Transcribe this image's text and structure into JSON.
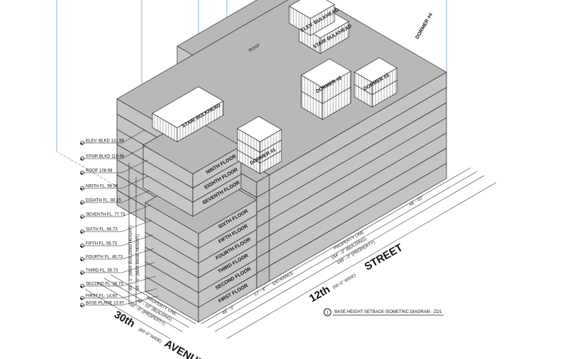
{
  "diagram": {
    "title_number": "1",
    "title": "BASE HEIGHT SETBACK ISOMETRIC DIAGRAM - ZD1",
    "elevations": [
      "ELEV. BLKD 131.98",
      "STAIR BLKD 119.98",
      "ROOF 108.98",
      "NINTH FL. 98.56",
      "EIGHTH FL. 88.15",
      "SEVENTH FL. 77.73",
      "SIXTH FL. 66.73",
      "FIFTH FL. 56.73",
      "FOURTH FL. 46.73",
      "THIRD FL. 36.73",
      "SECOND FL. 26.73",
      "FIRST FL. 14.60",
      "BASE PLANE 13.97"
    ],
    "floors": [
      "FIRST FLOOR",
      "SECOND FLOOR",
      "THIRD FLOOR",
      "FOURTH FLOOR",
      "FIFTH FLOOR",
      "SIXTH FLOOR",
      "SEVENTH FLOOR",
      "EIGHTH FLOOR",
      "NINTH FLOOR"
    ],
    "roof": "ROOF",
    "stair_bulkhead": "STAIR BULKHEAD",
    "elev_bulkhead": "ELEV. BULKHEAD",
    "stair_bulkhead_top": "STAIR BULKHEAD",
    "dormers": [
      "DORMER #1",
      "DORMER #2",
      "DORMER #3",
      "DORMER #4"
    ],
    "property_line": "PROPERTY LINE",
    "entrance": "ENTRANCE",
    "dims": {
      "avenue_building": "48' - 10\" (BUILDING)",
      "avenue_property": "50' - 0\" (PROPERTY)",
      "street_building": "194' - 0\" (BUILDING)",
      "street_property": "199' - 0\" (PROPERTY)",
      "corner": "49' - 5\"",
      "recess": "17' - 4\"",
      "street_seg": "44' - 10\"",
      "max_height": "95' - 1\" (MAX BUILDING HEIGHT)",
      "base_height": "65' - 0\" (MAX BASE HEIGHT)"
    },
    "avenue": {
      "number": "30th",
      "width": "(80'-0\" WIDE)",
      "name": "AVENUE"
    },
    "street": {
      "number": "12th",
      "width": "(60'-0\" WIDE)",
      "name": "STREET"
    }
  }
}
